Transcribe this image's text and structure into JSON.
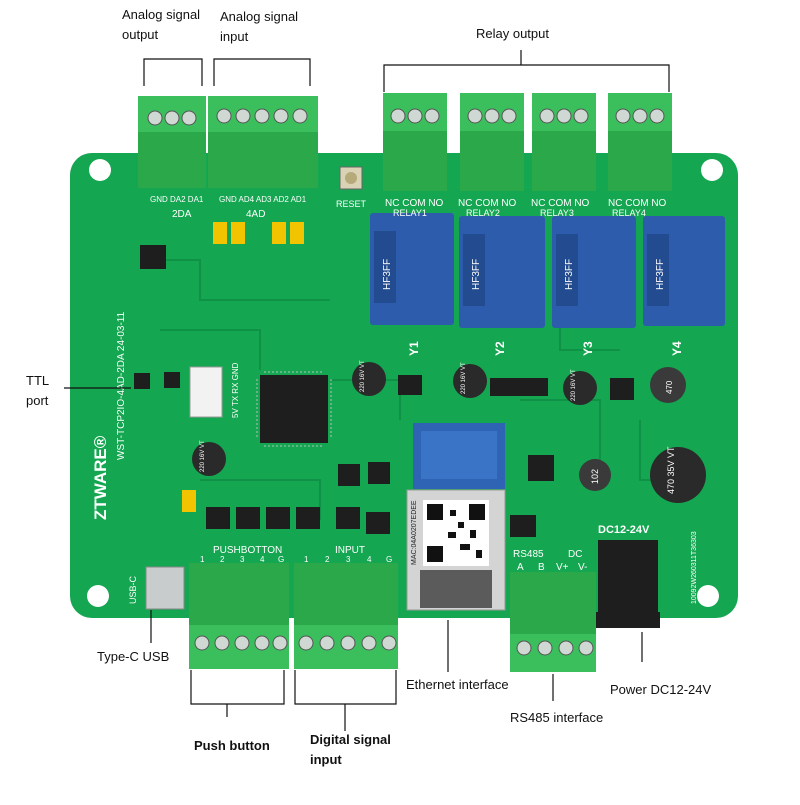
{
  "callouts": {
    "analog_output": "Analog signal output",
    "analog_input": "Analog signal input",
    "relay_output": "Relay output",
    "ttl_port": "TTL port",
    "type_c_usb": "Type-C USB",
    "push_button": "Push button",
    "digital_input": "Digital signal input",
    "ethernet": "Ethernet interface",
    "rs485": "RS485 interface",
    "power": "Power DC12-24V"
  },
  "board": {
    "brand": "ZTWARE®",
    "model": "WST-TCP2IO-4AD-2DA 24-03-11",
    "da_label": "GND DA2 DA1",
    "da_section": "2DA",
    "ad_label": "GND AD4 AD3 AD2 AD1",
    "ad_section": "4AD",
    "reset": "RESET",
    "relay_pins": "NC COM NO",
    "relay_names": [
      "RELAY1",
      "RELAY2",
      "RELAY3",
      "RELAY4"
    ],
    "relay_ids": [
      "Y1",
      "Y2",
      "Y3",
      "Y4"
    ],
    "relay_model": "HF3FF",
    "ttl_pins": "5V TX RX GND",
    "pushbutton_label": "PUSHBOTTON",
    "input_label": "INPUT",
    "terminal_numbers": [
      "1",
      "2",
      "3",
      "4",
      "G"
    ],
    "rs485_label": "RS485",
    "dc_label": "DC",
    "rs485_pins": [
      "A",
      "B",
      "V+",
      "V-"
    ],
    "power_label": "DC12-24V",
    "usb_label": "USB-C",
    "mac": "MAC:04A0207EDEE",
    "cap_220": "220 16V VT",
    "cap_470": "470 35V VT",
    "inductor_102": "102",
    "inductor_470": "470",
    "side_code": "10092W260311T36303"
  },
  "colors": {
    "pcb": "#14a650",
    "pcb_dark": "#0d8a40",
    "terminal": "#2aa84a",
    "relay": "#2c5cab",
    "jumper": "#f2c400",
    "background": "#ffffff"
  }
}
